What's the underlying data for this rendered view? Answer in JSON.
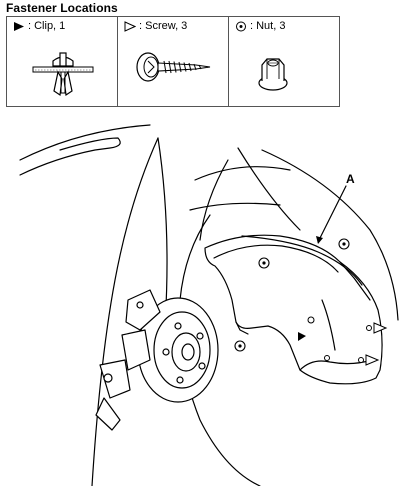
{
  "header": {
    "title": "Fastener Locations"
  },
  "legend": [
    {
      "icon": "filled-triangle-icon",
      "text": ": Clip, 1"
    },
    {
      "icon": "outline-triangle-icon",
      "text": ": Screw, 3"
    },
    {
      "icon": "circle-dot-icon",
      "text": ": Nut, 3"
    }
  ],
  "diagram": {
    "callout": "A"
  }
}
